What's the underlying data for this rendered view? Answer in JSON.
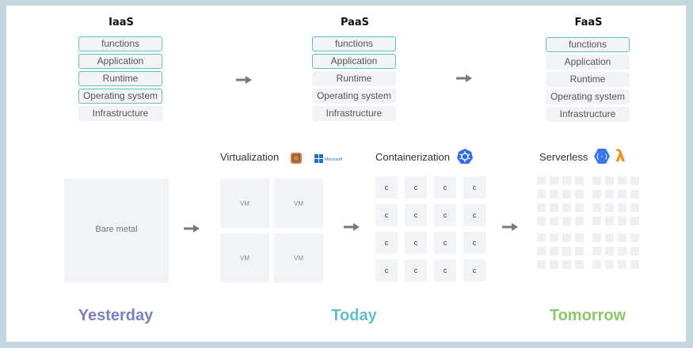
{
  "models": [
    {
      "title": "IaaS",
      "layers": [
        {
          "label": "functions",
          "highlighted": true
        },
        {
          "label": "Application",
          "highlighted": true
        },
        {
          "label": "Runtime",
          "highlighted": true
        },
        {
          "label": "Operating system",
          "highlighted": true
        },
        {
          "label": "Infrastructure",
          "highlighted": false
        }
      ]
    },
    {
      "title": "PaaS",
      "layers": [
        {
          "label": "functions",
          "highlighted": true
        },
        {
          "label": "Application",
          "highlighted": true
        },
        {
          "label": "Runtime",
          "highlighted": false
        },
        {
          "label": "Operating system",
          "highlighted": false
        },
        {
          "label": "Infrastructure",
          "highlighted": false
        }
      ]
    },
    {
      "title": "FaaS",
      "layers": [
        {
          "label": "functions",
          "highlighted": true
        },
        {
          "label": "Application",
          "highlighted": false
        },
        {
          "label": "Runtime",
          "highlighted": false
        },
        {
          "label": "Operating system",
          "highlighted": false
        },
        {
          "label": "Infrastructure",
          "highlighted": false
        }
      ]
    }
  ],
  "sections": {
    "bare_metal": {
      "label": "Bare metal"
    },
    "virtualization": {
      "label": "Virtualization",
      "vm_label": "VM",
      "vm_count": 4,
      "icons": [
        "vmware-logo",
        "microsoft-hyperv-logo"
      ],
      "microsoft_logo_text": "Microsoft"
    },
    "containerization": {
      "label": "Containerization",
      "container_label": "c",
      "container_count": 16,
      "icons": [
        "kubernetes-logo"
      ]
    },
    "serverless": {
      "label": "Serverless",
      "function_block_count": 56,
      "icons": [
        "cloud-functions-logo",
        "aws-lambda-logo"
      ],
      "lambda_glyph": "λ"
    }
  },
  "eras": [
    {
      "label": "Yesterday",
      "color": "#7b80c0"
    },
    {
      "label": "Today",
      "color": "#5fbfd0"
    },
    {
      "label": "Tomorrow",
      "color": "#8cc96a"
    }
  ],
  "colors": {
    "highlight_border": "#5fbfc3",
    "box_fill": "#f2f3f6",
    "arrow": "#7a7a7a"
  }
}
